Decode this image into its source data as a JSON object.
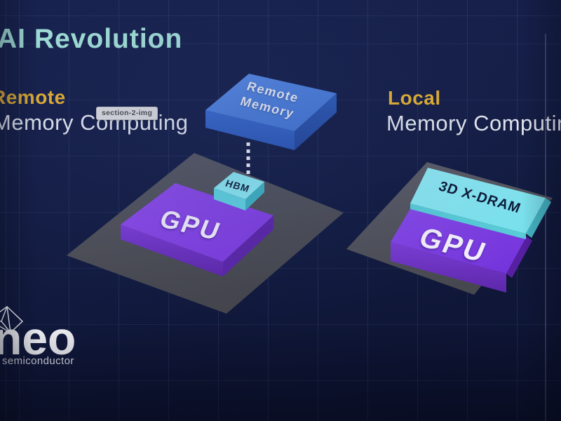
{
  "page": {
    "title": "AI Revolution"
  },
  "annotation": {
    "label": "section-2-img"
  },
  "sections": {
    "left": {
      "heading": "Remote",
      "subheading": "Memory Computing"
    },
    "right": {
      "heading": "Local",
      "subheading": "Memory Computing"
    }
  },
  "diagram": {
    "remote_memory_box": {
      "label_line1": "Remote",
      "label_line2": "Memory"
    },
    "hbm_chip": {
      "label": "HBM"
    },
    "left_gpu": {
      "label": "GPU"
    },
    "xdram_chip": {
      "label": "3D X-DRAM"
    },
    "right_gpu": {
      "label": "GPU"
    }
  },
  "logo": {
    "wordmark": "neo",
    "tagline": "semiconductor"
  },
  "colors": {
    "background": "#131c42",
    "title_mint": "#a6e5da",
    "heading_gold": "#e9b42f",
    "text_white": "#e9ecf3",
    "remote_box_blue": "#4c81de",
    "hbm_cyan": "#8ceaf2",
    "xdram_cyan": "#80e6f0",
    "gpu_purple": "#8345e6",
    "platform_gray": "#50515a",
    "annotation_bg": "#e3e3e3"
  }
}
